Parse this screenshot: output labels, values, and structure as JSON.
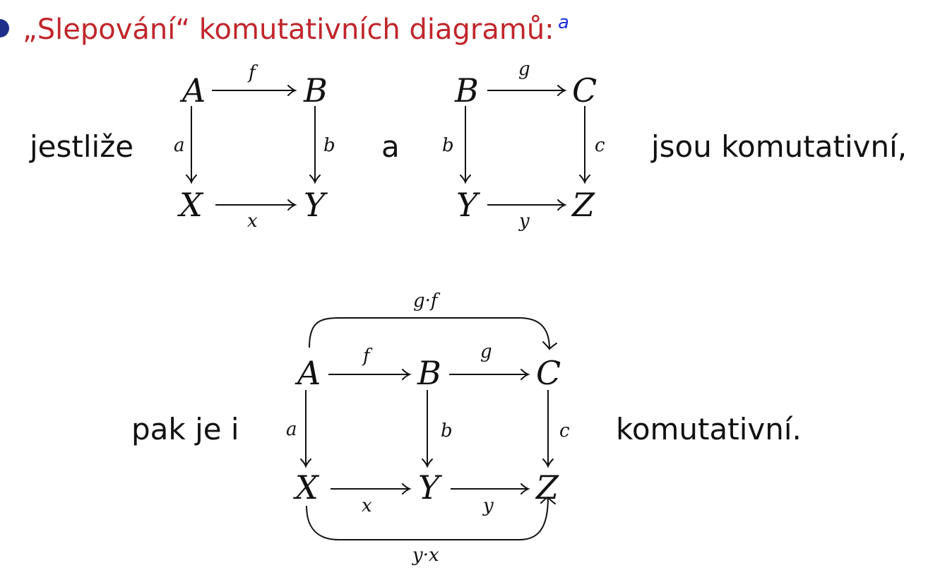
{
  "heading": {
    "bullet_color": "#1f2f8a",
    "text": "„Slepování“ komutativních diagramů:",
    "footnote_marker": "a"
  },
  "first_line": {
    "prefix": "jestliže",
    "connector": "a",
    "suffix": "jsou komutativní,"
  },
  "square_1": {
    "objects": {
      "top_left": "A",
      "top_right": "B",
      "bottom_left": "X",
      "bottom_right": "Y"
    },
    "arrows": {
      "top": "f",
      "left": "a",
      "right": "b",
      "bottom": "x"
    }
  },
  "square_2": {
    "objects": {
      "top_left": "B",
      "top_right": "C",
      "bottom_left": "Y",
      "bottom_right": "Z"
    },
    "arrows": {
      "top": "g",
      "left": "b",
      "right": "c",
      "bottom": "y"
    }
  },
  "second_line": {
    "prefix": "pak je i",
    "suffix": "komutativní."
  },
  "combined": {
    "objects": {
      "A": "A",
      "B": "B",
      "C": "C",
      "X": "X",
      "Y": "Y",
      "Z": "Z"
    },
    "arrows": {
      "f": "f",
      "g": "g",
      "a": "a",
      "b": "b",
      "c": "c",
      "x": "x",
      "y": "y",
      "top_composite": "g·f",
      "bottom_composite": "y·x"
    }
  }
}
